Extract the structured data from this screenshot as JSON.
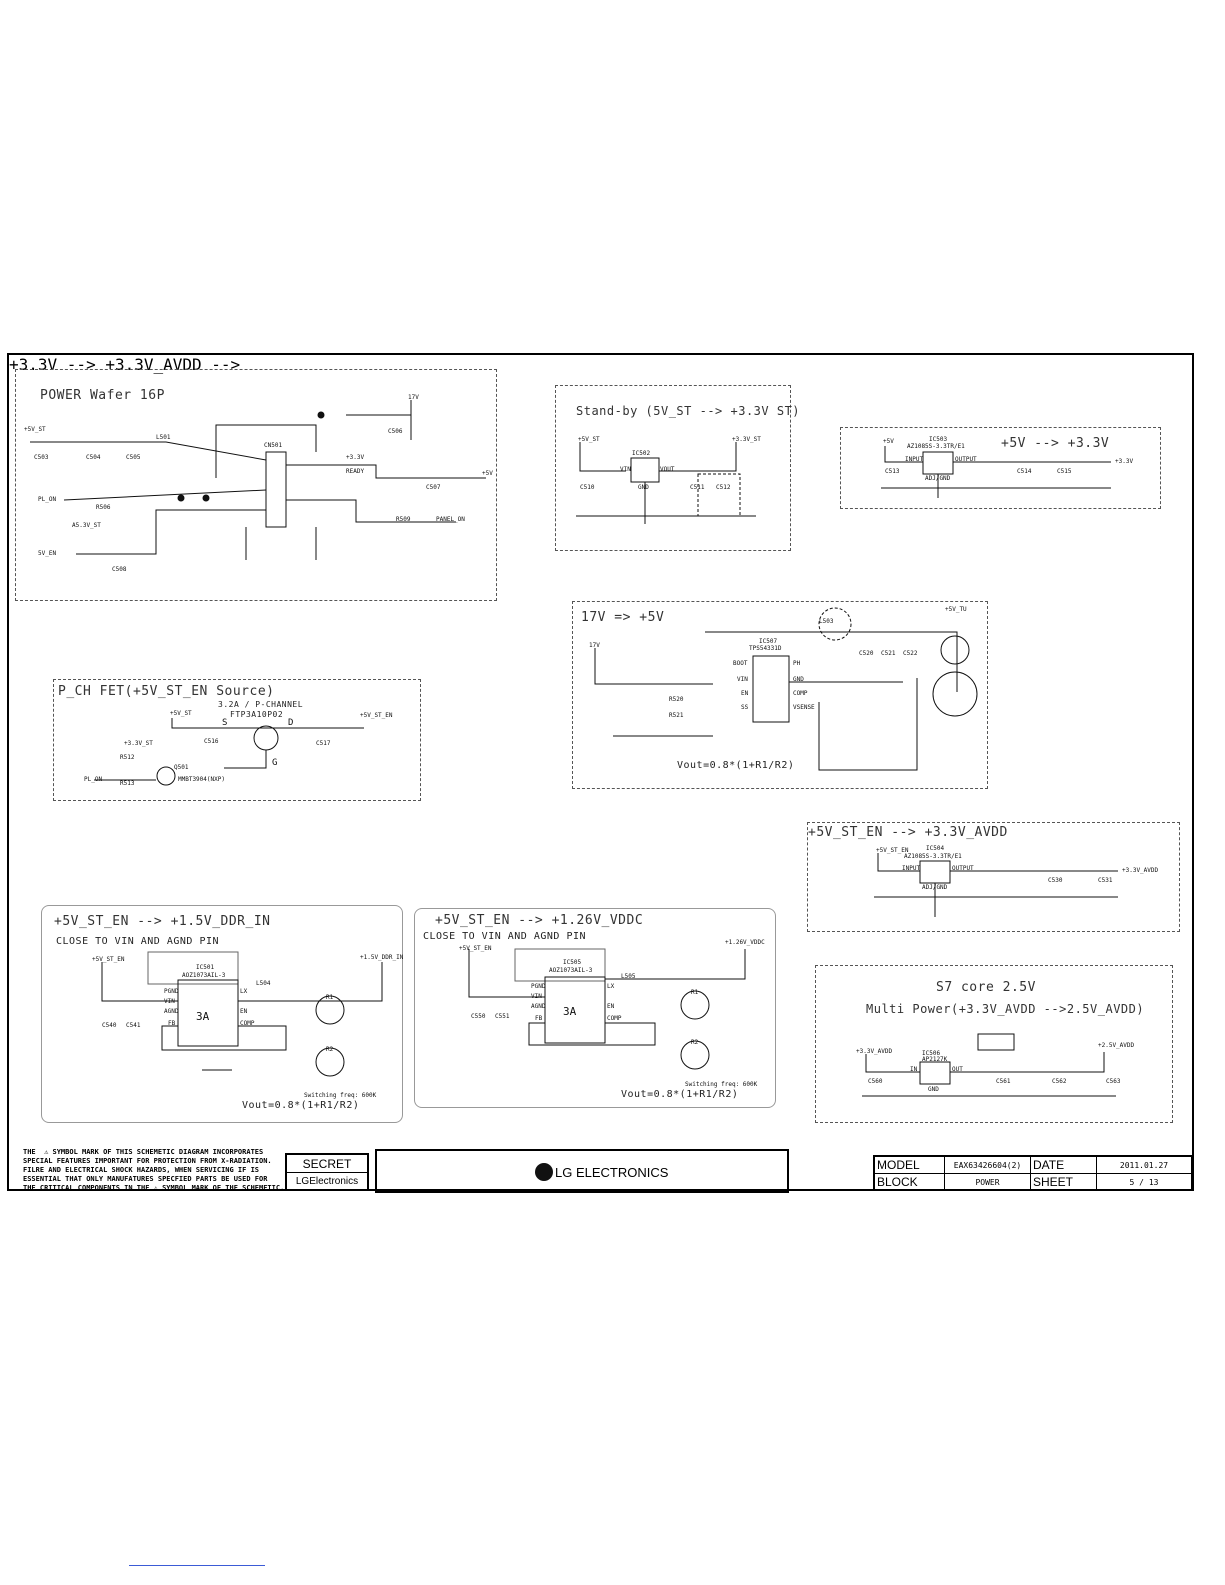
{
  "blocks": {
    "power_wafer": {
      "title": "POWER Wafer 16P",
      "labels": [
        "+5V_ST",
        "17V",
        "PL_ON",
        "A5.3V_ST",
        "5V_EN",
        "+3.3V",
        "READY",
        "+5V",
        "A5.3V_ST",
        "PANEL_ON",
        "CN501",
        "L501",
        "R506",
        "R509",
        "C503",
        "C504",
        "C505",
        "C506",
        "C507",
        "C508"
      ]
    },
    "standby": {
      "title": "Stand-by (5V_ST --> +3.3V ST)",
      "labels": [
        "+5V_ST",
        "+3.3V_ST",
        "IC502",
        "VIN",
        "VOUT",
        "GND",
        "C510",
        "C511",
        "C512"
      ]
    },
    "v5_to_3v3": {
      "title": "+5V  -->  +3.3V",
      "labels": [
        "+5V",
        "IC503",
        "AZ1085S-3.3TR/E1",
        "INPUT",
        "OUTPUT",
        "ADJ/GND",
        "C513",
        "C514",
        "C515",
        "+3.3V"
      ]
    },
    "pch_fet": {
      "title": "P_CH FET(+5V_ST_EN Source)",
      "subtitle": "3.2A / P-CHANNEL",
      "part": "FTP3A10P02",
      "pins": [
        "S",
        "D",
        "G"
      ],
      "labels": [
        "+5V_ST",
        "+5V_ST_EN",
        "+3.3V_ST",
        "PL_ON",
        "Q501",
        "MMBT3904(NXP)",
        "R512",
        "R513",
        "C516",
        "C517"
      ]
    },
    "v17_to_5v": {
      "title": "17V  =>  +5V",
      "vout": "Vout=0.8*(1+R1/R2)",
      "labels": [
        "17V",
        "IC507",
        "TPS54331D",
        "BOOT",
        "VIN",
        "EN",
        "SS",
        "PH",
        "GND",
        "COMP",
        "VSENSE",
        "L503",
        "+5V_TU",
        "C520",
        "C521",
        "C522",
        "R520",
        "R521"
      ]
    },
    "v5st_to_3v3avdd": {
      "title": "+5V_ST_EN  -->  +3.3V_AVDD",
      "labels": [
        "+5V_ST_EN",
        "IC504",
        "AZ1085S-3.3TR/E1",
        "INPUT",
        "OUTPUT",
        "ADJ/GND",
        "+3.3V_AVDD",
        "C530",
        "C531"
      ]
    },
    "v15_ddr": {
      "title": "+5V_ST_EN  -->  +1.5V_DDR_IN",
      "subtitle": "CLOSE TO VIN AND AGND PIN",
      "ic_label": "3A",
      "vout": "Vout=0.8*(1+R1/R2)",
      "note": "Switching freq: 600K",
      "labels": [
        "+5V_ST_EN",
        "IC501",
        "AOZ1073AIL-3",
        "+1.5V_DDR_IN",
        "PGND",
        "VIN",
        "AGND",
        "FB",
        "LX",
        "EN",
        "COMP",
        "R1",
        "R2",
        "L504",
        "C540",
        "C541"
      ]
    },
    "v126_vddc": {
      "title": "+5V_ST_EN  -->  +1.26V_VDDC",
      "subtitle": "CLOSE TO VIN AND AGND PIN",
      "ic_label": "3A",
      "vout": "Vout=0.8*(1+R1/R2)",
      "note": "Switching freq: 600K",
      "labels": [
        "+5V_ST_EN",
        "IC505",
        "AOZ1073AIL-3",
        "+1.26V_VDDC",
        "PGND",
        "VIN",
        "AGND",
        "FB",
        "LX",
        "EN",
        "COMP",
        "R1",
        "R2",
        "L505",
        "C550",
        "C551"
      ]
    },
    "s7_core": {
      "title": "S7 core 2.5V",
      "subtitle": "Multi Power(+3.3V_AVDD -->2.5V_AVDD)",
      "labels": [
        "+3.3V_AVDD",
        "+2.5V_AVDD",
        "IC506",
        "AP2127K",
        "IN",
        "OUT",
        "GND",
        "C560",
        "C561",
        "C562",
        "C563"
      ]
    }
  },
  "warning_text": "THE  ⚠ SYMBOL MARK OF THIS SCHEMETIC DIAGRAM INCORPORATES\nSPECIAL FEATURES IMPORTANT FOR PROTECTION FROM X-RADIATION.\nFILRE AND ELECTRICAL SHOCK HAZARDS, WHEN SERVICING IF IS\nESSENTIAL THAT ONLY MANUFATURES SPECFIED PARTS BE USED FOR\nTHE CRITICAL COMPONENTS IN THE ⚠ SYMBOL MARK OF THE SCHEMETIC.",
  "secret": {
    "label": "SECRET",
    "company": "LGElectronics"
  },
  "logo_text": "LG ELECTRONICS",
  "title_block": {
    "model_label": "MODEL",
    "model_value": "EAX63426604(2)",
    "date_label": "DATE",
    "date_value": "2011.01.27",
    "block_label": "BLOCK",
    "block_value": "POWER",
    "sheet_label": "SHEET",
    "sheet_value": "5  /  13"
  }
}
